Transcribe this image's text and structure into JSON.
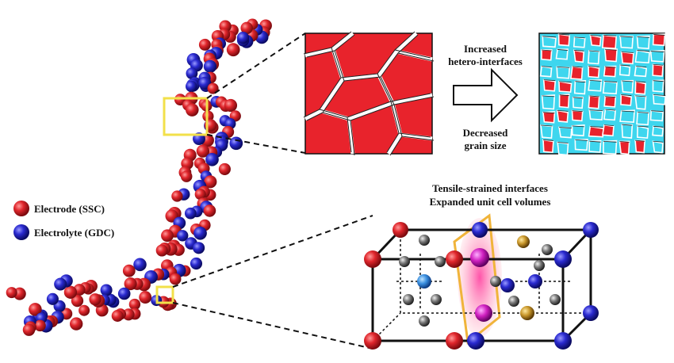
{
  "legend": {
    "items": [
      {
        "label": "Electrode (SSC)",
        "color": "#d8232a"
      },
      {
        "label": "Electrolyte (GDC)",
        "color": "#2626c8"
      }
    ]
  },
  "transition": {
    "top_line1": "Increased",
    "top_line2": "hetero-interfaces",
    "bottom_line1": "Decreased",
    "bottom_line2": "grain size"
  },
  "unit_cell": {
    "caption_line1": "Tensile-strained interfaces",
    "caption_line2": "Expanded unit cell volumes"
  },
  "colors": {
    "electrode": "#d8232a",
    "electrolyte": "#2626c8",
    "grain_cyan": "#3ed6ee",
    "highlight_box": "#f2e04a",
    "interface_plane": "#f0b43a"
  }
}
